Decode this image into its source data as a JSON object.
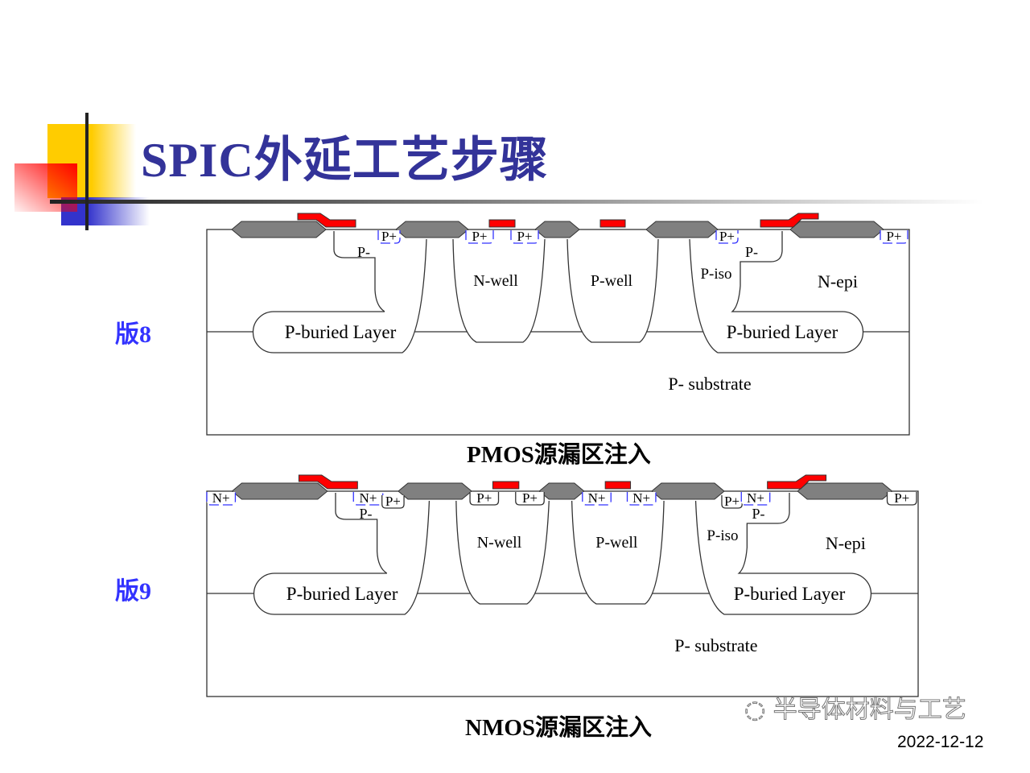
{
  "title": "SPIC外延工艺步骤",
  "colors": {
    "title": "#333399",
    "label": "#3333ff",
    "oxide": "#808080",
    "gate": "#ff0000",
    "implant": "#3333ff"
  },
  "diagrams": [
    {
      "version_label": "版8",
      "caption": "PMOS源漏区注入",
      "labels": {
        "pad_a": "P+",
        "pad_b": "P+",
        "pad_c": "P+",
        "pad_d": "P+",
        "pad_e": "P+",
        "pminus_left": "P-",
        "pminus_right": "P-",
        "nwell": "N-well",
        "pwell": "P-well",
        "piso": "P-iso",
        "nepi": "N-epi",
        "buried_left": "P-buried Layer",
        "buried_right": "P-buried Layer",
        "substrate": "P- substrate"
      }
    },
    {
      "version_label": "版9",
      "caption": "NMOS源漏区注入",
      "labels": {
        "pad_edge_left": "N+",
        "pad_n1": "N+",
        "pad_p1": "P+",
        "pad_p2": "P+",
        "pad_p3": "P+",
        "pad_n2": "N+",
        "pad_n3": "N+",
        "pad_p4": "P+",
        "pad_n4": "N+",
        "pad_p5": "P+",
        "pminus_left": "P-",
        "pminus_right": "P-",
        "nwell": "N-well",
        "pwell": "P-well",
        "piso": "P-iso",
        "nepi": "N-epi",
        "buried_left": "P-buried Layer",
        "buried_right": "P-buried Layer",
        "substrate": "P- substrate"
      }
    }
  ],
  "watermark": "半导体材料与工艺",
  "date": "2022-12-12"
}
